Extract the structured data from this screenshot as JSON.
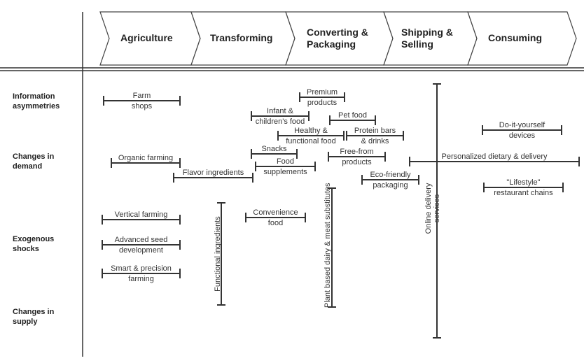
{
  "stages": [
    "Agriculture",
    "Transforming",
    "Converting & Packaging",
    "Shipping & Selling",
    "Consuming"
  ],
  "rows": [
    "Information asymmetries",
    "Changes in demand",
    "Exogenous shocks",
    "Changes in supply"
  ],
  "items": [
    {
      "above": "Farm",
      "below": "shops"
    },
    {
      "above": "Premium",
      "below": "products"
    },
    {
      "above": "Infant &",
      "below": "children's food"
    },
    {
      "above": "Pet food",
      "below": ""
    },
    {
      "above": "Healthy &",
      "below": "functional food"
    },
    {
      "above": "Protein bars",
      "below": "& drinks"
    },
    {
      "above": "Snacks",
      "below": ""
    },
    {
      "above": "Food",
      "below": "supplements"
    },
    {
      "above": "Flavor ingredients",
      "below": ""
    },
    {
      "above": "Free-from",
      "below": "products"
    },
    {
      "above": "Eco-friendly",
      "below": "packaging"
    },
    {
      "above": "Organic farming",
      "below": ""
    },
    {
      "above": "Personalized dietary & delivery",
      "below": ""
    },
    {
      "above": "Do-it-yourself",
      "below": "devices"
    },
    {
      "above": "\"Lifestyle\"",
      "below": "restaurant chains"
    },
    {
      "above": "Vertical farming",
      "below": ""
    },
    {
      "above": "Advanced seed",
      "below": "development"
    },
    {
      "above": "Smart & precision",
      "below": "farming"
    },
    {
      "above": "Convenience",
      "below": "food"
    }
  ],
  "verticals": [
    {
      "label": "Functional ingredients"
    },
    {
      "label": "Plant based dairy & meat substitutes"
    },
    {
      "label": "Online delivery services"
    }
  ]
}
